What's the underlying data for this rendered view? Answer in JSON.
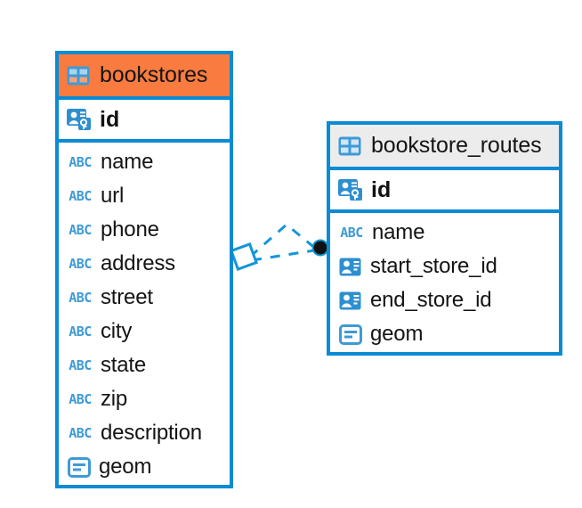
{
  "diagram": {
    "type": "entity-relationship-diagram",
    "background": "#ffffff",
    "accent_color": "#0b8bd4",
    "highlight_color": "#f97b3f",
    "header_gray": "#ececec"
  },
  "entities": [
    {
      "id": "bookstores",
      "title": "bookstores",
      "header_style": "accent-orange",
      "table_icon": "table-icon",
      "primary_key": {
        "label": "id",
        "icon": "primary-key-icon"
      },
      "fields": [
        {
          "label": "name",
          "icon": "abc-icon",
          "type": "text"
        },
        {
          "label": "url",
          "icon": "abc-icon",
          "type": "text"
        },
        {
          "label": "phone",
          "icon": "abc-icon",
          "type": "text"
        },
        {
          "label": "address",
          "icon": "abc-icon",
          "type": "text"
        },
        {
          "label": "street",
          "icon": "abc-icon",
          "type": "text"
        },
        {
          "label": "city",
          "icon": "abc-icon",
          "type": "text"
        },
        {
          "label": "state",
          "icon": "abc-icon",
          "type": "text"
        },
        {
          "label": "zip",
          "icon": "abc-icon",
          "type": "text"
        },
        {
          "label": "description",
          "icon": "abc-icon",
          "type": "text"
        },
        {
          "label": "geom",
          "icon": "geometry-icon",
          "type": "geometry"
        }
      ]
    },
    {
      "id": "bookstore_routes",
      "title": "bookstore_routes",
      "header_style": "accent-gray",
      "table_icon": "table-icon",
      "primary_key": {
        "label": "id",
        "icon": "primary-key-icon"
      },
      "fields": [
        {
          "label": "name",
          "icon": "abc-icon",
          "type": "text"
        },
        {
          "label": "start_store_id",
          "icon": "foreign-key-icon",
          "type": "foreign-key"
        },
        {
          "label": "end_store_id",
          "icon": "foreign-key-icon",
          "type": "foreign-key"
        },
        {
          "label": "geom",
          "icon": "geometry-icon",
          "type": "geometry"
        }
      ]
    }
  ],
  "relationship": {
    "name": "bookstores-to-bookstore-routes",
    "style": "dashed",
    "color": "#1496d8",
    "source_marker": "diamond-marker",
    "target_marker": "filled-circle-marker",
    "source_label": "",
    "target_label": ""
  },
  "icon_glyphs": {
    "abc-icon": "ABC",
    "table-icon": "grid",
    "primary-key-icon": "id-card-key",
    "foreign-key-icon": "id-card",
    "geometry-icon": "bars-box"
  }
}
